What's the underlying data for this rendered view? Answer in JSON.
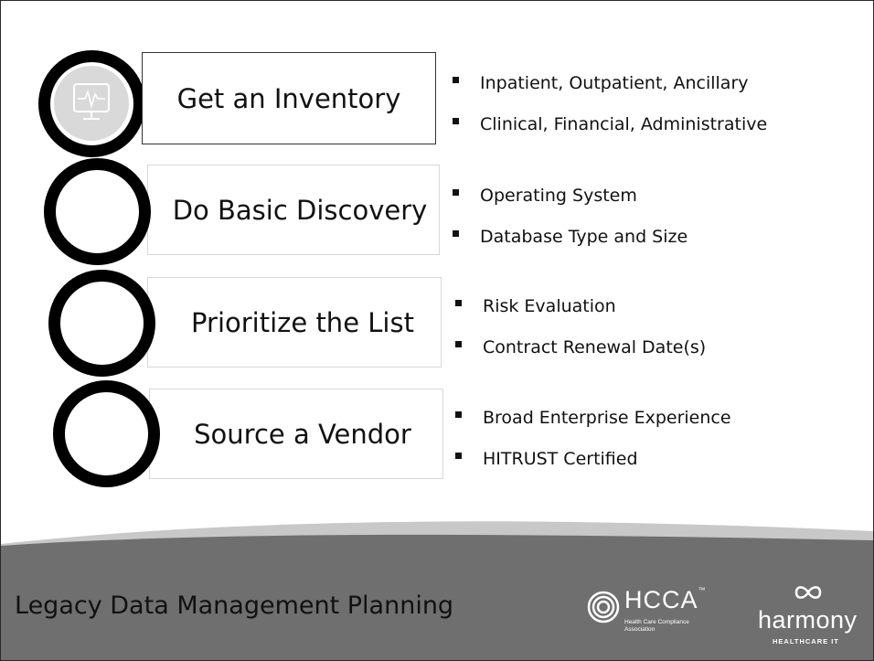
{
  "steps": [
    {
      "title": "Get an Inventory",
      "bullets": [
        "Inpatient, Outpatient, Ancillary",
        "Clinical, Financial, Administrative"
      ],
      "state": "active",
      "icon": "monitor-heartbeat-icon"
    },
    {
      "title": "Do Basic Discovery",
      "bullets": [
        "Operating System",
        "Database Type and Size"
      ],
      "state": "faded"
    },
    {
      "title": "Prioritize the List",
      "bullets": [
        "Risk Evaluation",
        "Contract Renewal Date(s)"
      ],
      "state": "faded"
    },
    {
      "title": "Source a Vendor",
      "bullets": [
        "Broad Enterprise Experience",
        "HITRUST Certified"
      ],
      "state": "faded"
    }
  ],
  "footer": {
    "title": "Legacy Data Management Planning",
    "hcca": {
      "name": "HCCA",
      "tm": "™",
      "subtitle_line1": "Health Care Compliance",
      "subtitle_line2": "Association"
    },
    "harmony": {
      "name": "harmony",
      "subtitle": "HEALTHCARE IT"
    }
  },
  "colors": {
    "footer_band": "#6f6f6f",
    "footer_light": "#c8c8c8",
    "ring": "#000000",
    "text": "#111111"
  }
}
